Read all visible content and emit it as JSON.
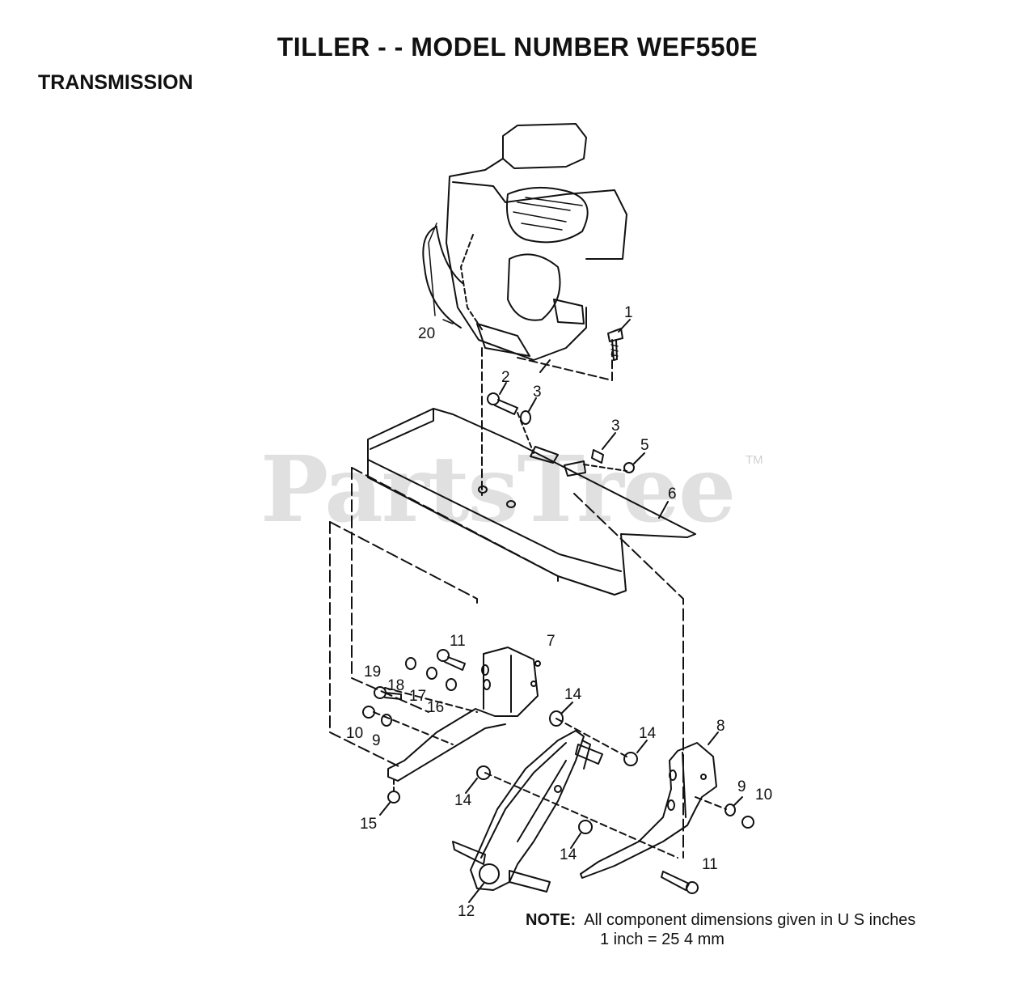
{
  "header": {
    "title": "TILLER - - MODEL NUMBER WEF550E",
    "section": "TRANSMISSION"
  },
  "watermark": {
    "text": "PartsTree",
    "trademark": "TM"
  },
  "callouts": {
    "c1": "1",
    "c2": "2",
    "c3a": "3",
    "c3b": "3",
    "c5": "5",
    "c6": "6",
    "c7": "7",
    "c8": "8",
    "c9a": "9",
    "c9b": "9",
    "c10a": "10",
    "c10b": "10",
    "c11a": "11",
    "c11b": "11",
    "c12": "12",
    "c14a": "14",
    "c14b": "14",
    "c14c": "14",
    "c14d": "14",
    "c15": "15",
    "c16": "16",
    "c17": "17",
    "c18": "18",
    "c19": "19",
    "c20": "20"
  },
  "note": {
    "label": "NOTE:",
    "line1": "All component dimensions given in U S  inches",
    "line2": "1 inch = 25 4 mm"
  }
}
